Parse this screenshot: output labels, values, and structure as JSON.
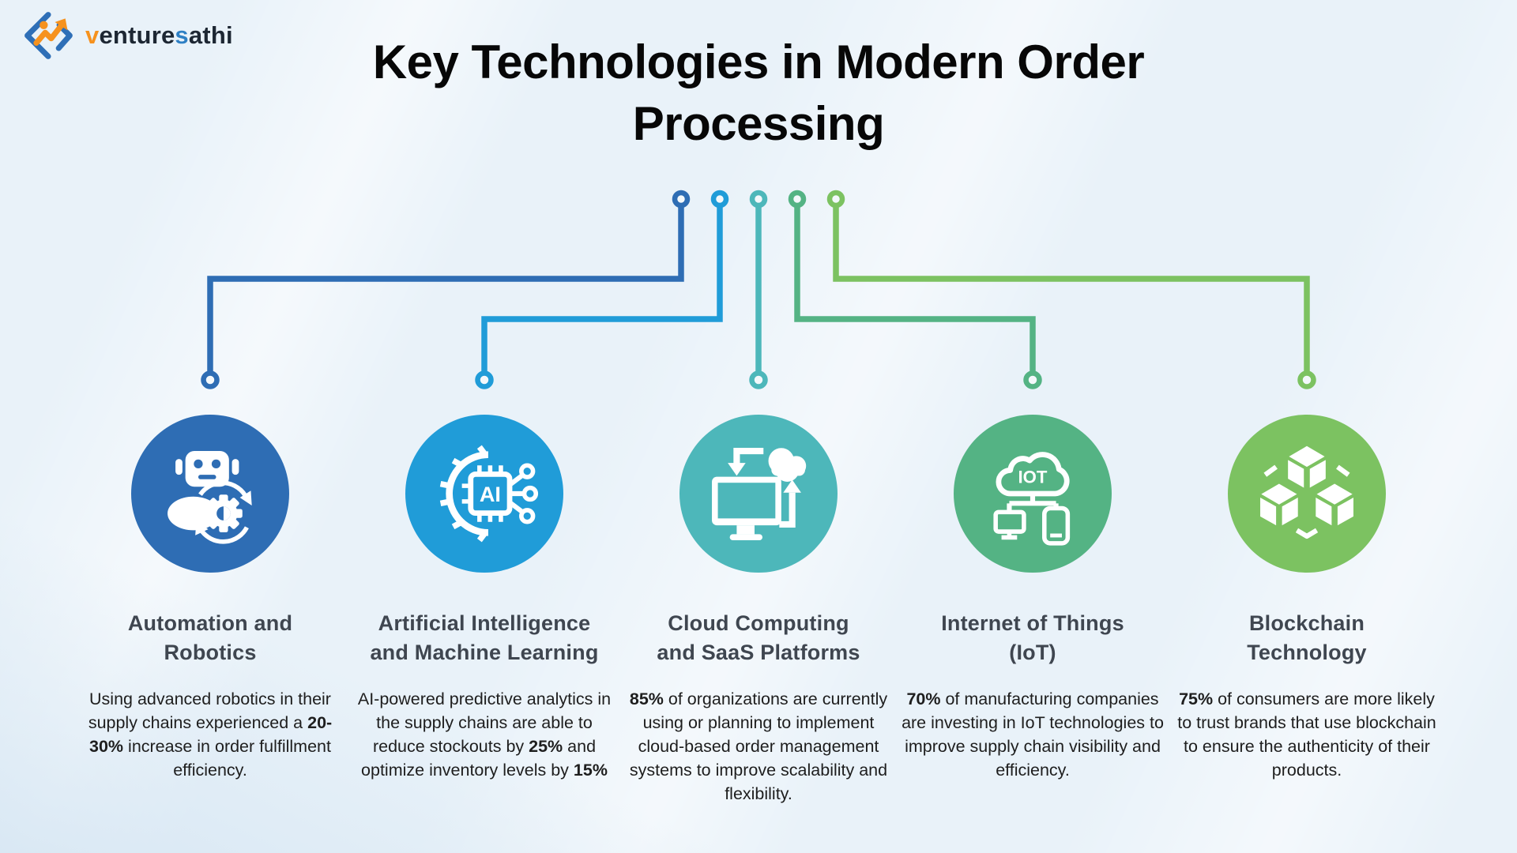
{
  "brand": {
    "name_parts": [
      {
        "text": "v",
        "color": "#f6921e"
      },
      {
        "text": "enture",
        "color": "#1d2733"
      },
      {
        "text": "s",
        "color": "#2d7fc4"
      },
      {
        "text": "athi",
        "color": "#1d2733"
      }
    ],
    "logo_colors": {
      "blue": "#2e6fb7",
      "orange": "#f6921e"
    }
  },
  "title": "Key Technologies in Modern Order Processing",
  "title_lines": [
    "Key Technologies in Modern Order",
    "Processing"
  ],
  "cards": [
    {
      "id": "automation-robotics",
      "title": "Automation and Robotics",
      "title_lines": [
        "Automation and",
        "Robotics"
      ],
      "color": "#2e6db4",
      "icon": "robot-automation-icon",
      "description": [
        {
          "text": "Using advanced robotics in their supply chains experienced a ",
          "bold": false
        },
        {
          "text": "20-30%",
          "bold": true
        },
        {
          "text": " increase in order fulfillment efficiency.",
          "bold": false
        }
      ]
    },
    {
      "id": "ai-ml",
      "title": "Artificial Intelligence and Machine Learning",
      "title_lines": [
        "Artificial Intelligence",
        "and Machine Learning"
      ],
      "color": "#209cd8",
      "icon": "ai-chip-icon",
      "description": [
        {
          "text": "AI-powered predictive analytics in the supply chains are able to reduce stockouts by ",
          "bold": false
        },
        {
          "text": "25%",
          "bold": true
        },
        {
          "text": " and optimize inventory levels by ",
          "bold": false
        },
        {
          "text": "15%",
          "bold": true
        }
      ]
    },
    {
      "id": "cloud-saas",
      "title": "Cloud Computing and SaaS Platforms",
      "title_lines": [
        "Cloud Computing",
        "and SaaS Platforms"
      ],
      "color": "#4db7ba",
      "icon": "cloud-computing-icon",
      "description": [
        {
          "text": "85%",
          "bold": true
        },
        {
          "text": " of organizations are currently using or planning to implement cloud-based order management systems to improve scalability and flexibility.",
          "bold": false
        }
      ]
    },
    {
      "id": "iot",
      "title": "Internet of Things (IoT)",
      "title_lines": [
        "Internet of Things",
        "(IoT)"
      ],
      "color": "#54b384",
      "icon": "iot-cloud-icon",
      "description": [
        {
          "text": "70%",
          "bold": true
        },
        {
          "text": " of manufacturing companies are investing in IoT technologies to improve supply chain visibility and efficiency.",
          "bold": false
        }
      ]
    },
    {
      "id": "blockchain",
      "title": "Blockchain Technology",
      "title_lines": [
        "Blockchain",
        "Technology"
      ],
      "color": "#7cc261",
      "icon": "blockchain-cubes-icon",
      "description": [
        {
          "text": "75%",
          "bold": true
        },
        {
          "text": " of consumers are more likely to trust brands that use blockchain to ensure the authenticity of their products.",
          "bold": false
        }
      ]
    }
  ]
}
